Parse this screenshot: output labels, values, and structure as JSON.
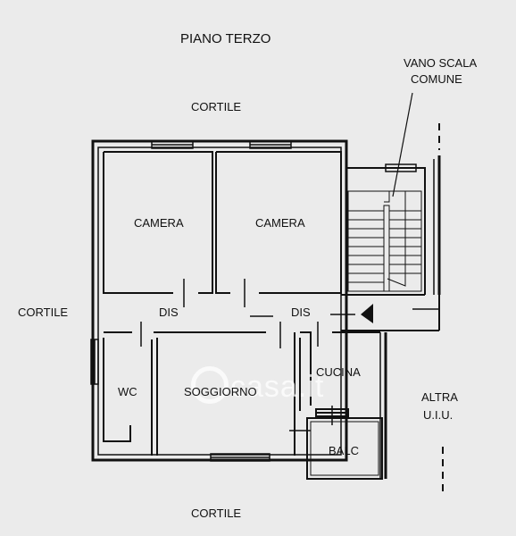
{
  "title": "PIANO TERZO",
  "labels": {
    "cortile_top": "CORTILE",
    "cortile_left": "CORTILE",
    "cortile_bottom": "CORTILE",
    "vano_scala_line1": "VANO SCALA",
    "vano_scala_line2": "COMUNE",
    "camera_left": "CAMERA",
    "camera_right": "CAMERA",
    "dis_left": "DIS",
    "dis_right": "DIS",
    "wc": "WC",
    "soggiorno": "SOGGIORNO",
    "cucina": "CUCINA",
    "balc": "BALC",
    "altra_line1": "ALTRA",
    "altra_line2": "U.I.U."
  },
  "watermark": "casa.it"
}
